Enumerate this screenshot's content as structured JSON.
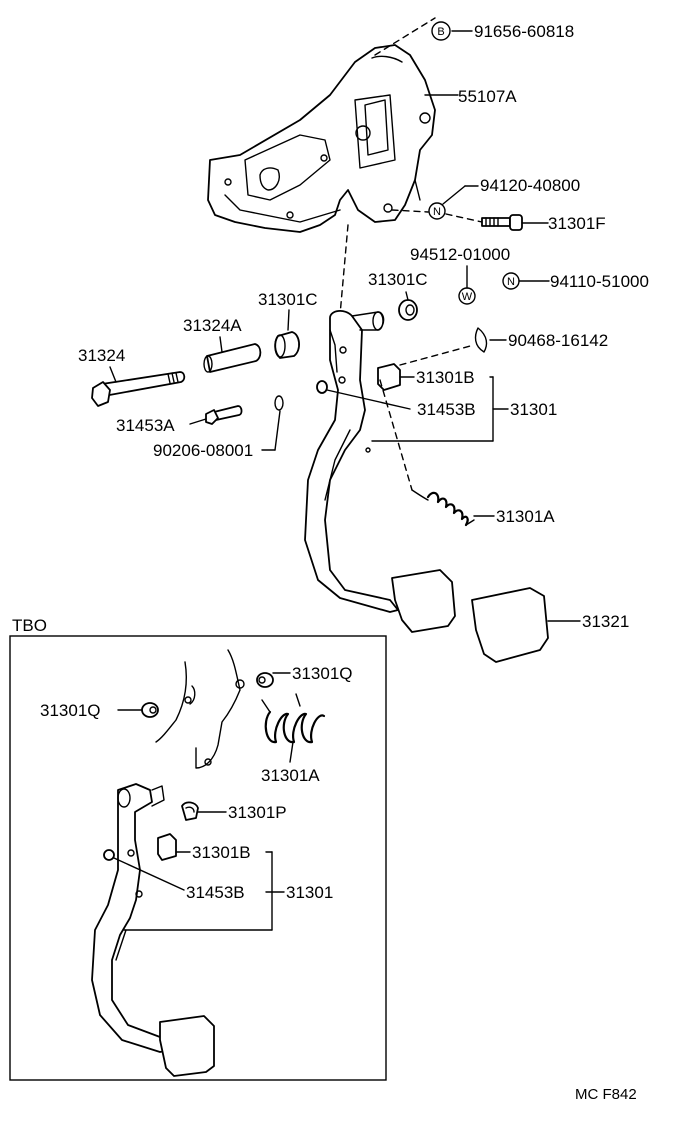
{
  "labels": {
    "p91656": "91656-60818",
    "p55107A": "55107A",
    "p94120": "94120-40800",
    "p31301F": "31301F",
    "p94512": "94512-01000",
    "p31301C_right": "31301C",
    "p94110": "94110-51000",
    "p31301C_left": "31301C",
    "p31324A": "31324A",
    "p31324": "31324",
    "p90468": "90468-16142",
    "p31301B": "31301B",
    "p31453B": "31453B",
    "p31301": "31301",
    "p31453A": "31453A",
    "p90206": "90206-08001",
    "p31301A": "31301A",
    "p31321": "31321",
    "tbo_title": "TBO",
    "tbo_31301Q_right": "31301Q",
    "tbo_31301Q_left": "31301Q",
    "tbo_31301A": "31301A",
    "tbo_31301P": "31301P",
    "tbo_31301B": "31301B",
    "tbo_31453B": "31453B",
    "tbo_31301": "31301",
    "footer_code": "MC F842"
  },
  "markers": {
    "B": "B",
    "N1": "N",
    "N2": "N",
    "W": "W"
  }
}
